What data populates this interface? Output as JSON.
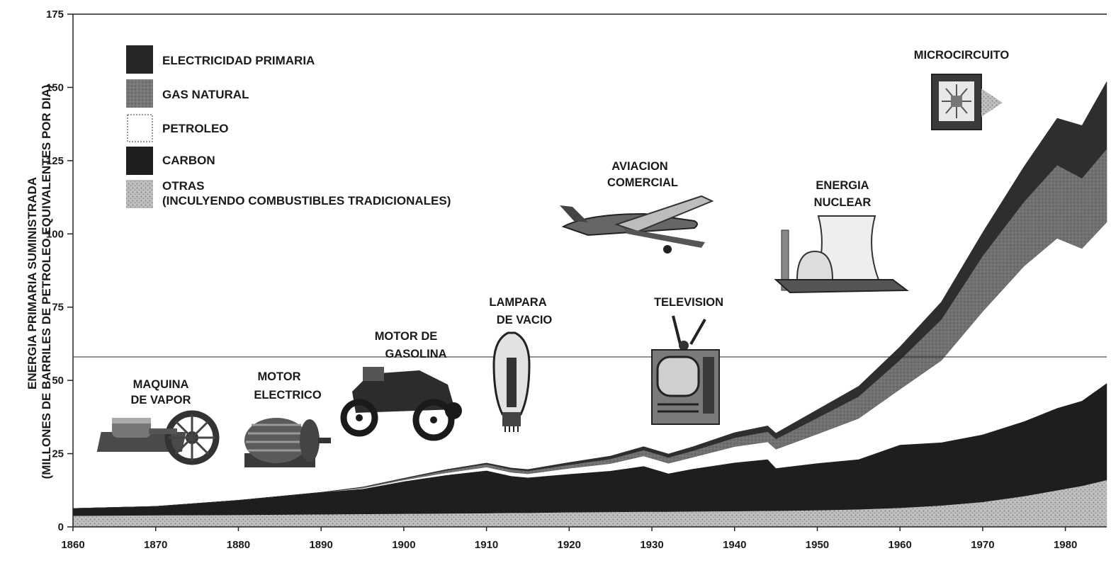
{
  "chart_data": {
    "type": "area",
    "stacked": true,
    "title": "",
    "xlabel": "",
    "ylabel_line1": "ENERGIA PRIMARIA SUMINISTRADA",
    "ylabel_line2": "(MILLONES DE BARRILES DE PETROLEO EQUIVALENTES POR DIA)",
    "xlim": [
      1860,
      1985
    ],
    "ylim": [
      0,
      175
    ],
    "x_ticks": [
      1860,
      1870,
      1880,
      1890,
      1900,
      1910,
      1920,
      1930,
      1940,
      1950,
      1960,
      1970,
      1980
    ],
    "y_ticks": [
      0,
      25,
      50,
      75,
      100,
      125,
      150,
      175
    ],
    "grid": false,
    "legend_placement": "top-left",
    "x": [
      1860,
      1870,
      1880,
      1890,
      1895,
      1900,
      1905,
      1910,
      1913,
      1915,
      1920,
      1925,
      1929,
      1932,
      1935,
      1940,
      1944,
      1945,
      1950,
      1955,
      1960,
      1965,
      1970,
      1975,
      1979,
      1982,
      1985
    ],
    "series": [
      {
        "name": "OTRAS\n(INCULYENDO COMBUSTIBLES TRADICIONALES)",
        "color": "#b8b8b8",
        "pattern": "stipple",
        "values": [
          3.8,
          4.0,
          4.1,
          4.3,
          4.4,
          4.5,
          4.6,
          4.7,
          4.8,
          4.8,
          5.0,
          5.1,
          5.2,
          5.2,
          5.3,
          5.4,
          5.5,
          5.5,
          5.7,
          6.0,
          6.5,
          7.3,
          8.5,
          10.5,
          12.5,
          14.0,
          16.0
        ]
      },
      {
        "name": "CARBON",
        "color": "#1e1e1e",
        "values": [
          2.5,
          3.0,
          5.0,
          7.5,
          8.5,
          11.0,
          13.0,
          14.5,
          12.5,
          12.0,
          13.0,
          14.0,
          15.5,
          13.0,
          14.5,
          16.5,
          17.5,
          14.5,
          16.0,
          17.0,
          21.5,
          21.5,
          23.0,
          25.5,
          28.0,
          29.0,
          33.0
        ]
      },
      {
        "name": "PETROLEO",
        "color": "#ffffff",
        "values": [
          0,
          0,
          0,
          0,
          0.3,
          0.5,
          0.8,
          1.2,
          1.3,
          1.3,
          2.0,
          2.5,
          3.5,
          3.5,
          4.0,
          5.5,
          6.0,
          6.5,
          10.0,
          14.0,
          19.0,
          28.0,
          42.0,
          53.0,
          58.0,
          52.0,
          55.0
        ]
      },
      {
        "name": "GAS NATURAL",
        "color": "#5c5c5c",
        "values": [
          0,
          0,
          0,
          0,
          0.3,
          0.4,
          0.8,
          1.0,
          1.0,
          1.0,
          1.2,
          1.6,
          2.0,
          2.0,
          2.2,
          3.0,
          3.5,
          3.5,
          5.5,
          7.5,
          10.0,
          14.0,
          19.0,
          22.0,
          25.0,
          24.0,
          25.0
        ]
      },
      {
        "name": "ELECTRICIDAD PRIMARIA",
        "color": "#2e2e2e",
        "values": [
          0,
          0,
          0,
          0,
          0.1,
          0.2,
          0.3,
          0.4,
          0.5,
          0.5,
          0.8,
          1.0,
          1.2,
          1.2,
          1.4,
          1.8,
          2.0,
          2.0,
          2.8,
          3.5,
          4.5,
          6.0,
          8.0,
          12.0,
          16.0,
          18.0,
          23.0
        ]
      }
    ],
    "annotations": [
      {
        "id": "maquina-de-vapor",
        "label_lines": [
          "MAQUINA",
          "DE VAPOR"
        ],
        "icon": "steam-engine-icon"
      },
      {
        "id": "motor-electrico",
        "label_lines": [
          "MOTOR",
          "ELECTRICO"
        ],
        "icon": "electric-motor-icon"
      },
      {
        "id": "motor-de-gasolina",
        "label_lines": [
          "MOTOR DE",
          "GASOLINA"
        ],
        "icon": "car-icon"
      },
      {
        "id": "lampara-de-vacio",
        "label_lines": [
          "LAMPARA",
          "DE VACIO"
        ],
        "icon": "vacuum-tube-icon"
      },
      {
        "id": "aviacion-comercial",
        "label_lines": [
          "AVIACION",
          "COMERCIAL"
        ],
        "icon": "airplane-icon"
      },
      {
        "id": "television",
        "label_lines": [
          "TELEVISION"
        ],
        "icon": "television-icon"
      },
      {
        "id": "energia-nuclear",
        "label_lines": [
          "ENERGIA",
          "NUCLEAR"
        ],
        "icon": "nuclear-plant-icon"
      },
      {
        "id": "microcircuito",
        "label_lines": [
          "MICROCIRCUITO"
        ],
        "icon": "microchip-icon"
      }
    ]
  }
}
